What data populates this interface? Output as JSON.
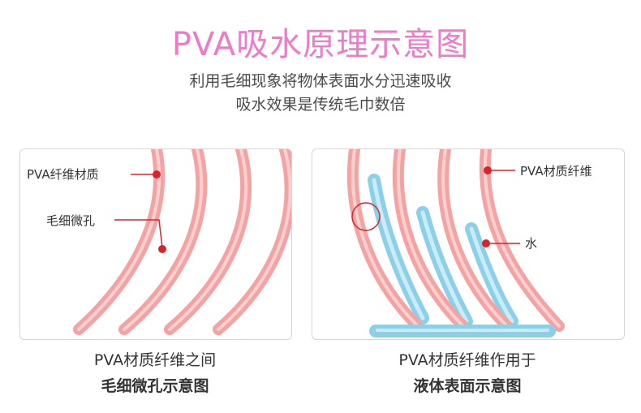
{
  "header": {
    "title": "PVA吸水原理示意图",
    "subtitle_line1": "利用毛细现象将物体表面水分迅速吸收",
    "subtitle_line2": "吸水效果是传统毛巾数倍"
  },
  "left_panel": {
    "label_fiber": "PVA纤维材质",
    "label_capillary": "毛细微孔",
    "caption_line1": "PVA材质纤维之间",
    "caption_line2": "毛细微孔示意图"
  },
  "right_panel": {
    "label_fiber": "PVA材质纤维",
    "label_water": "水",
    "caption_line1": "PVA材质纤维作用于",
    "caption_line2": "液体表面示意图"
  },
  "colors": {
    "title": "#f07ac6",
    "fiber": "#f4a3a3",
    "fiber_core": "#fbd0cf",
    "water": "#8ccfe9",
    "water_core": "#c9ecf8",
    "marker": "#d9232a"
  }
}
